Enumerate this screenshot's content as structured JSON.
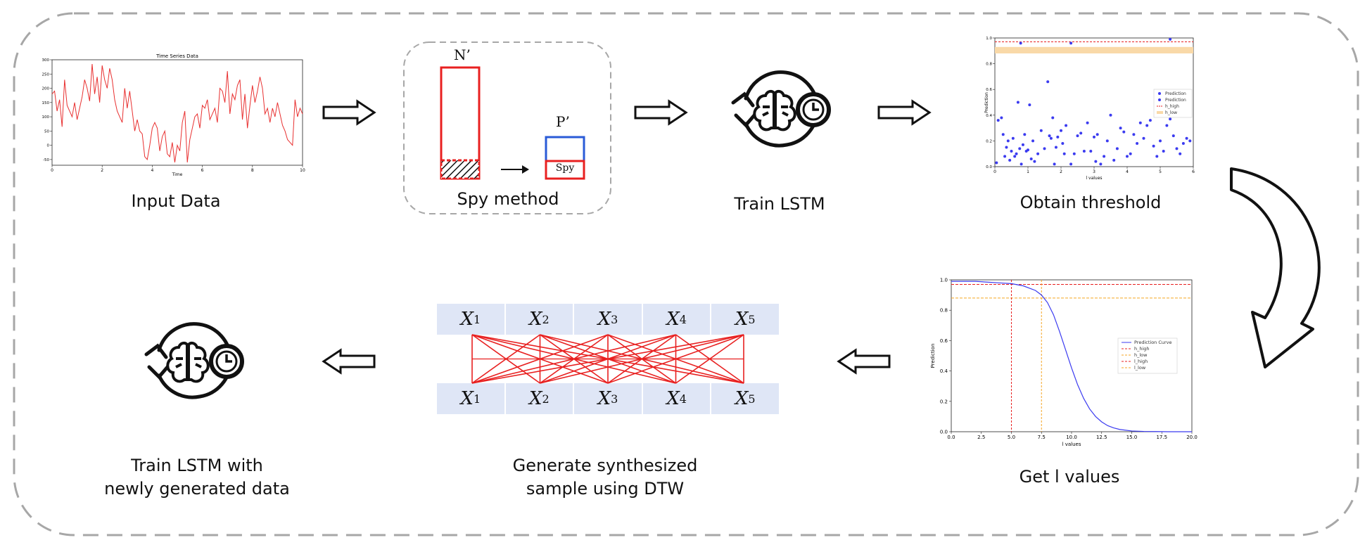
{
  "steps": {
    "input_data": "Input Data",
    "spy_method": "Spy method",
    "train_lstm": "Train LSTM",
    "obtain_threshold": "Obtain threshold",
    "get_l_values": "Get l values",
    "generate_line1": "Generate synthesized",
    "generate_line2": "sample using DTW",
    "final_line1": "Train LSTM with",
    "final_line2": "newly generated data"
  },
  "spy": {
    "n_label": "N’",
    "p_label": "P’",
    "spy_label": "Spy"
  },
  "dtw": {
    "top_cells": [
      "X",
      "X",
      "X",
      "X",
      "X"
    ],
    "top_subs": [
      "1",
      "2",
      "3",
      "4",
      "5"
    ],
    "bottom_cells": [
      "X",
      "X",
      "X",
      "X",
      "X"
    ],
    "bottom_subs": [
      "1",
      "2",
      "3",
      "4",
      "5"
    ]
  },
  "colors": {
    "red": "#e82020",
    "blue": "#2a5bd7",
    "cell_fill": "#dfe6f6",
    "dash_border": "#a7a7a7",
    "orange": "#f5a623",
    "purple_blue": "#3b3bf0"
  },
  "icons": [
    "brain-clock-icon",
    "hollow-right-arrow-icon",
    "hollow-left-arrow-icon",
    "curved-arrow-icon"
  ],
  "chart_data": [
    {
      "type": "line",
      "title": "Time Series Data",
      "xlabel": "Time",
      "ylabel": "",
      "xlim": [
        0,
        10
      ],
      "ylim": [
        -70,
        300
      ],
      "xticks": [
        "0",
        "2",
        "4",
        "6",
        "8",
        "10"
      ],
      "yticks": [
        "-50",
        "0",
        "50",
        "100",
        "150",
        "200",
        "250",
        "300"
      ],
      "series": [
        {
          "color": "#e83030",
          "x": [
            0,
            0.1,
            0.2,
            0.3,
            0.4,
            0.5,
            0.6,
            0.7,
            0.8,
            0.9,
            1.0,
            1.1,
            1.2,
            1.3,
            1.4,
            1.5,
            1.6,
            1.7,
            1.8,
            1.9,
            2.0,
            2.1,
            2.2,
            2.3,
            2.4,
            2.5,
            2.6,
            2.7,
            2.8,
            2.9,
            3.0,
            3.1,
            3.2,
            3.3,
            3.4,
            3.5,
            3.6,
            3.7,
            3.8,
            3.9,
            4.0,
            4.1,
            4.2,
            4.3,
            4.4,
            4.5,
            4.6,
            4.7,
            4.8,
            4.9,
            5.0,
            5.1,
            5.2,
            5.3,
            5.4,
            5.5,
            5.6,
            5.7,
            5.8,
            5.9,
            6.0,
            6.1,
            6.2,
            6.3,
            6.4,
            6.5,
            6.6,
            6.7,
            6.8,
            6.9,
            7.0,
            7.1,
            7.2,
            7.3,
            7.4,
            7.5,
            7.6,
            7.7,
            7.8,
            7.9,
            8.0,
            8.1,
            8.2,
            8.3,
            8.4,
            8.5,
            8.6,
            8.7,
            8.8,
            8.9,
            9.0,
            9.1,
            9.2,
            9.3,
            9.4,
            9.5,
            9.6,
            9.7,
            9.8,
            9.9,
            10.0
          ],
          "y": [
            180,
            190,
            120,
            160,
            65,
            230,
            140,
            120,
            100,
            150,
            90,
            130,
            170,
            230,
            200,
            155,
            285,
            180,
            240,
            150,
            280,
            230,
            200,
            270,
            230,
            160,
            120,
            100,
            80,
            200,
            130,
            190,
            120,
            50,
            90,
            50,
            40,
            -40,
            -50,
            0,
            60,
            80,
            60,
            -20,
            30,
            50,
            -30,
            -40,
            10,
            -60,
            0,
            -20,
            80,
            120,
            -60,
            20,
            60,
            100,
            110,
            60,
            140,
            130,
            160,
            90,
            110,
            130,
            80,
            200,
            190,
            150,
            260,
            110,
            180,
            160,
            210,
            230,
            90,
            180,
            60,
            140,
            210,
            150,
            190,
            240,
            200,
            110,
            130,
            80,
            130,
            100,
            150,
            110,
            70,
            50,
            20,
            10,
            0,
            160,
            100,
            130,
            110
          ]
        }
      ]
    },
    {
      "type": "scatter",
      "xlabel": "l values",
      "ylabel": "Prediction",
      "xlim": [
        0,
        6
      ],
      "ylim": [
        0,
        1
      ],
      "xticks": [
        "0",
        "1",
        "2",
        "3",
        "4",
        "5",
        "6"
      ],
      "yticks": [
        "0.0",
        "0.2",
        "0.4",
        "0.6",
        "0.8",
        "1.0"
      ],
      "legend": [
        "Prediction",
        "Prediction",
        "h_high",
        "h_low"
      ],
      "legend_position": "right",
      "h_high": 0.97,
      "h_low_band": [
        0.88,
        0.93
      ],
      "series": [
        {
          "name": "Prediction",
          "color": "#3b3bf0",
          "points": [
            [
              0.05,
              0.03
            ],
            [
              0.1,
              0.36
            ],
            [
              0.2,
              0.38
            ],
            [
              0.25,
              0.25
            ],
            [
              0.3,
              0.08
            ],
            [
              0.35,
              0.15
            ],
            [
              0.4,
              0.2
            ],
            [
              0.45,
              0.05
            ],
            [
              0.5,
              0.12
            ],
            [
              0.55,
              0.22
            ],
            [
              0.6,
              0.08
            ],
            [
              0.65,
              0.1
            ],
            [
              0.7,
              0.5
            ],
            [
              0.75,
              0.14
            ],
            [
              0.8,
              0.02
            ],
            [
              0.85,
              0.17
            ],
            [
              0.9,
              0.25
            ],
            [
              0.95,
              0.12
            ],
            [
              1.0,
              0.13
            ],
            [
              1.05,
              0.48
            ],
            [
              1.1,
              0.06
            ],
            [
              1.15,
              0.2
            ],
            [
              1.2,
              0.04
            ],
            [
              1.3,
              0.1
            ],
            [
              1.4,
              0.28
            ],
            [
              1.5,
              0.14
            ],
            [
              1.6,
              0.66
            ],
            [
              1.65,
              0.24
            ],
            [
              1.7,
              0.22
            ],
            [
              1.75,
              0.38
            ],
            [
              1.8,
              0.02
            ],
            [
              1.85,
              0.15
            ],
            [
              1.9,
              0.23
            ],
            [
              2.0,
              0.28
            ],
            [
              2.05,
              0.18
            ],
            [
              2.1,
              0.1
            ],
            [
              2.15,
              0.32
            ],
            [
              2.3,
              0.02
            ],
            [
              2.4,
              0.1
            ],
            [
              2.5,
              0.24
            ],
            [
              2.6,
              0.26
            ],
            [
              2.7,
              0.12
            ],
            [
              2.8,
              0.34
            ],
            [
              2.9,
              0.12
            ],
            [
              3.0,
              0.23
            ],
            [
              3.05,
              0.04
            ],
            [
              3.1,
              0.25
            ],
            [
              3.2,
              0.02
            ],
            [
              3.3,
              0.08
            ],
            [
              3.4,
              0.2
            ],
            [
              3.5,
              0.4
            ],
            [
              3.6,
              0.05
            ],
            [
              3.7,
              0.14
            ],
            [
              3.8,
              0.3
            ],
            [
              3.9,
              0.27
            ],
            [
              4.0,
              0.08
            ],
            [
              4.1,
              0.1
            ],
            [
              4.2,
              0.25
            ],
            [
              4.3,
              0.18
            ],
            [
              4.4,
              0.34
            ],
            [
              4.5,
              0.22
            ],
            [
              4.6,
              0.32
            ],
            [
              4.7,
              0.36
            ],
            [
              4.8,
              0.16
            ],
            [
              4.9,
              0.08
            ],
            [
              5.0,
              0.2
            ],
            [
              5.1,
              0.12
            ],
            [
              5.2,
              0.32
            ],
            [
              5.3,
              0.37
            ],
            [
              5.4,
              0.24
            ],
            [
              5.5,
              0.14
            ],
            [
              5.6,
              0.1
            ],
            [
              5.7,
              0.18
            ],
            [
              5.8,
              0.22
            ],
            [
              5.9,
              0.2
            ]
          ]
        },
        {
          "name": "Prediction",
          "color": "#3b3bf0",
          "points": [
            [
              0.78,
              0.96
            ],
            [
              2.3,
              0.96
            ],
            [
              5.3,
              0.99
            ]
          ]
        }
      ]
    },
    {
      "type": "line",
      "xlabel": "l values",
      "ylabel": "Prediction",
      "xlim": [
        0,
        20
      ],
      "ylim": [
        0,
        1
      ],
      "xticks": [
        "0.0",
        "2.5",
        "5.0",
        "7.5",
        "10.0",
        "12.5",
        "15.0",
        "17.5",
        "20.0"
      ],
      "yticks": [
        "0.0",
        "0.2",
        "0.4",
        "0.6",
        "0.8",
        "1.0"
      ],
      "legend": [
        "Prediction Curve",
        "h_high",
        "h_low",
        "l_high",
        "l_low"
      ],
      "legend_position": "center-right",
      "h_high": 0.97,
      "h_low": 0.88,
      "l_high": 5.0,
      "l_low": 7.5,
      "series": [
        {
          "name": "Prediction Curve",
          "color": "#3b3bf0",
          "x": [
            0,
            1,
            2,
            3,
            4,
            5,
            6,
            7,
            7.5,
            8,
            8.5,
            9,
            9.5,
            10,
            10.5,
            11,
            11.5,
            12,
            12.5,
            13,
            13.5,
            14,
            15,
            16,
            17,
            18,
            19,
            20
          ],
          "y": [
            0.99,
            0.99,
            0.99,
            0.985,
            0.98,
            0.975,
            0.96,
            0.93,
            0.9,
            0.85,
            0.77,
            0.66,
            0.54,
            0.42,
            0.31,
            0.22,
            0.15,
            0.1,
            0.065,
            0.04,
            0.025,
            0.015,
            0.005,
            0.002,
            0.001,
            0,
            0,
            0
          ]
        }
      ]
    }
  ]
}
